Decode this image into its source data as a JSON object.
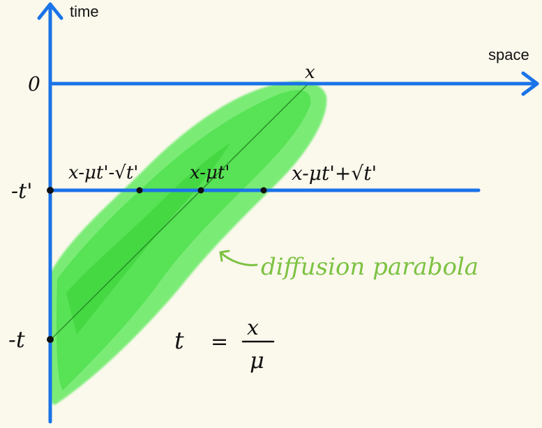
{
  "axes": {
    "vertical_label": "time",
    "horizontal_label": "space",
    "color": "#1a73e8"
  },
  "ticks": {
    "zero": "0",
    "t_prime": "-t'",
    "t": "-t"
  },
  "points": {
    "x_marker": "x",
    "left": "x-μt'-√t'",
    "center": "x-μt'",
    "right": "x-μt'+√t'"
  },
  "annotation": {
    "label": "diffusion parabola",
    "color": "#7cc242"
  },
  "equation": {
    "lhs": "t",
    "equals": "=",
    "numerator": "x",
    "denominator": "μ"
  },
  "colors": {
    "background": "#fbf8ec",
    "region_fill": "#3ee63e",
    "region_dark": "#22c722"
  }
}
